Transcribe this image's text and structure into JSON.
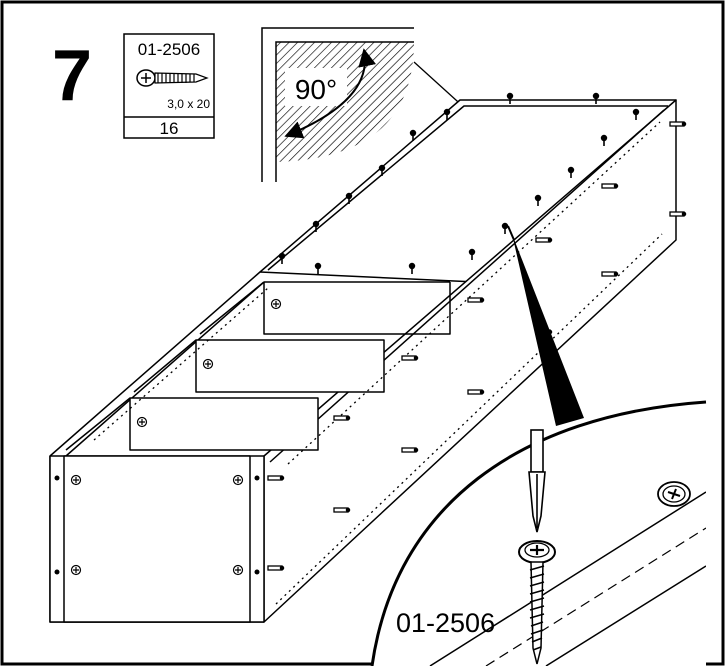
{
  "step": {
    "number": "7"
  },
  "parts_box": {
    "part_code": "01-2506",
    "screw_size": "3,0 x 20",
    "quantity": "16"
  },
  "angle_detail": {
    "angle_label": "90°"
  },
  "quantity_callout": "16",
  "zoom_detail": {
    "part_code": "01-2506"
  },
  "colors": {
    "ink": "#000000",
    "paper": "#ffffff"
  }
}
